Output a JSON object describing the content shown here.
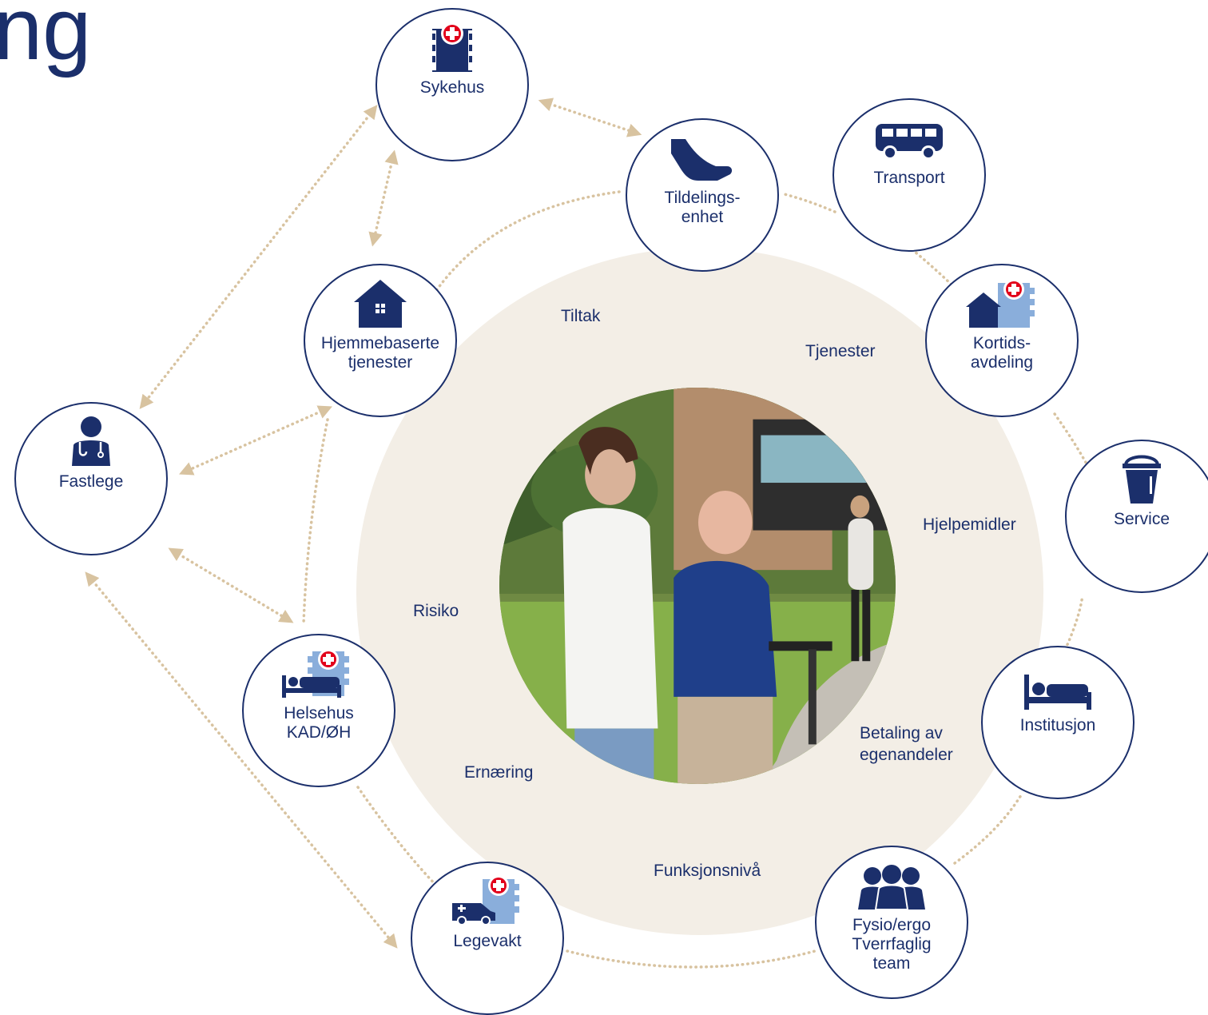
{
  "title": "ng",
  "center_ring": {
    "labels": {
      "tiltak": "Tiltak",
      "tjenester": "Tjenester",
      "hjelpemidler": "Hjelpemidler",
      "betaling": "Betaling av\negenandeler",
      "funksjonsniva": "Funksjonsnivå",
      "ernaering": "Ernæring",
      "risiko": "Risiko"
    }
  },
  "nodes": {
    "sykehus": {
      "label": "Sykehus",
      "icon": "hospital-icon"
    },
    "tildeling": {
      "label": "Tildelings-\nenhet",
      "icon": "hand-icon"
    },
    "transport": {
      "label": "Transport",
      "icon": "bus-icon"
    },
    "kortids": {
      "label": "Kortids-\navdeling",
      "icon": "house-hospital-icon"
    },
    "service": {
      "label": "Service",
      "icon": "bucket-icon"
    },
    "institusjon": {
      "label": "Institusjon",
      "icon": "bed-icon"
    },
    "fysio": {
      "label": "Fysio/ergo\nTverrfaglig\nteam",
      "icon": "team-icon"
    },
    "legevakt": {
      "label": "Legevakt",
      "icon": "ambulance-hospital-icon"
    },
    "helsehus": {
      "label": "Helsehus\nKAD/ØH",
      "icon": "bed-hospital-icon"
    },
    "fastlege": {
      "label": "Fastlege",
      "icon": "doctor-icon"
    },
    "hjemme": {
      "label": "Hjemmebaserte\ntjenester",
      "icon": "house-icon"
    }
  },
  "colors": {
    "navy": "#1b2f6b",
    "light_blue": "#8aaedb",
    "red": "#e2001a",
    "ring": "#f3eee6",
    "dots": "#d8c3a0"
  }
}
